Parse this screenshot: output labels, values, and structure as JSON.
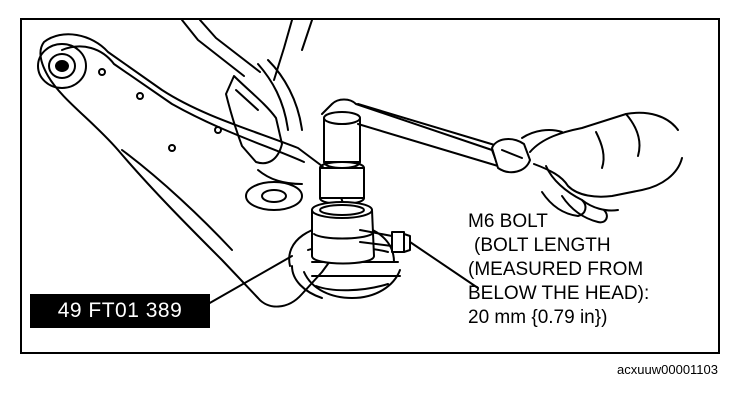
{
  "figure": {
    "part_number_label": "49 FT01 389",
    "callout": {
      "line1": "M6 BOLT",
      "line2": "(BOLT LENGTH",
      "line3": "(MEASURED FROM",
      "line4": "BELOW THE HEAD):",
      "line5": "20 mm {0.79 in})"
    },
    "figure_code": "acxuuw00001103"
  },
  "colors": {
    "ink": "#000000",
    "paper": "#ffffff",
    "label_background": "#000000",
    "label_text": "#ffffff"
  }
}
